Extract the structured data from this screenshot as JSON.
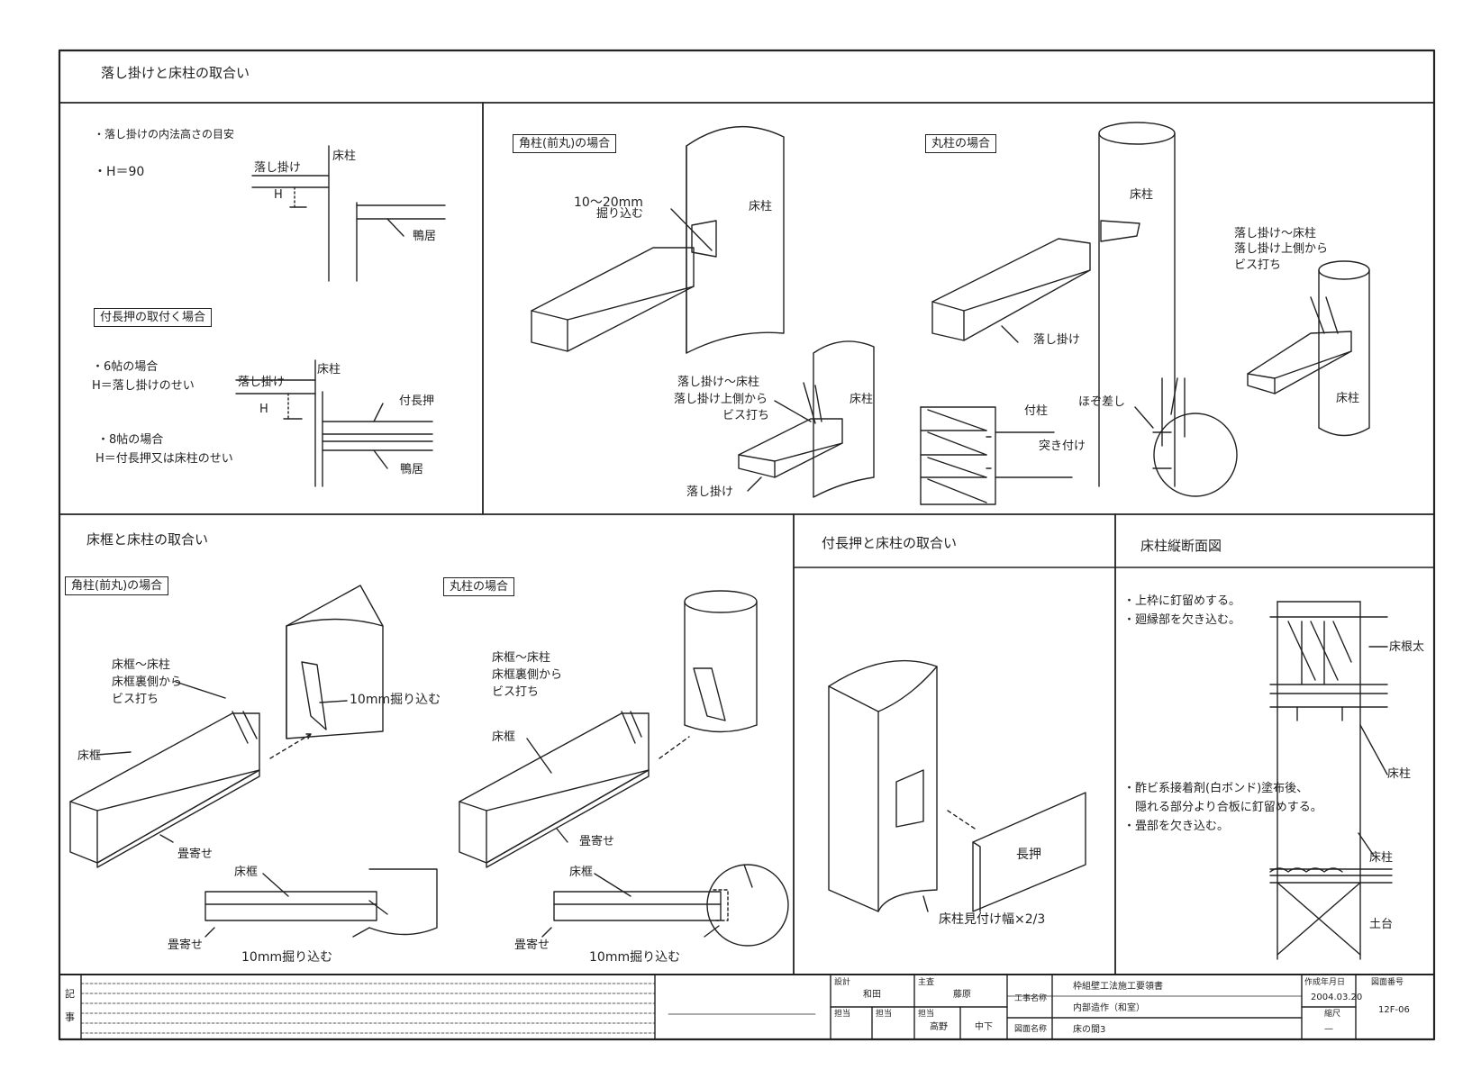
{
  "headings": {
    "s1": "落し掛けと床柱の取合い",
    "s2": "床框と床柱の取合い",
    "s3": "付長押と床柱の取合い",
    "s4": "床柱縦断面図"
  },
  "boxes": {
    "b1": "付長押の取付く場合",
    "b2": "角柱(前丸)の場合",
    "b3": "丸柱の場合",
    "b4": "角柱(前丸)の場合",
    "b5": "丸柱の場合"
  },
  "notes": {
    "n1": "・落し掛けの内法高さの目安",
    "n2": "・H＝90",
    "n3": "・6帖の場合",
    "n4": "H＝落し掛けのせい",
    "n5": "・8帖の場合",
    "n6": "H＝付長押又は床柱のせい",
    "n7": "・上枠に釘留めする。",
    "n8": "・廻縁部を欠き込む。",
    "n9": "・酢ビ系接着剤(白ボンド)塗布後、",
    "n10": "隠れる部分より合板に釘留めする。",
    "n11": "・畳部を欠き込む。"
  },
  "labels": {
    "tokobashira": "床柱",
    "otoshigake": "落し掛け",
    "h": "H",
    "kamoi": "鴨居",
    "tsukenageshi": "付長押",
    "horikomi_a": "10～20mm",
    "horikomi_b": "掘り込む",
    "bis_a": "落し掛け～床柱",
    "bis_b": "落し掛け上側から",
    "bis_c": "ビス打ち",
    "hozosashi": "ほぞ差し",
    "tsukeita": "付柱",
    "tsukitsuke": "突き付け",
    "tokogamachi": "床框",
    "kb_a": "床框～床柱",
    "kb_b": "床框裏側から",
    "kb_c": "ビス打ち",
    "horikomi10": "10mm掘り込む",
    "tatamiyose": "畳寄せ",
    "nageshi": "長押",
    "mitsuke": "床柱見付け幅×2/3",
    "tokonebuto": "床根太",
    "dodai": "土台"
  },
  "title_block": {
    "ki": "記",
    "ji": "事",
    "sekkei_label": "設計",
    "sekkei": "和田",
    "shusa_label": "主査",
    "shusa": "藤原",
    "tanto1": "担当",
    "tanto2": "担当",
    "tanto3": "担当",
    "tanto3_name": "高野",
    "naka": "中下",
    "koji_label": "工事名称",
    "koji": "枠組壁工法施工要領書",
    "naibu": "内部造作（和室）",
    "zumen_label": "図面名称",
    "zumen": "床の間3",
    "date_label": "作成年月日",
    "date": "2004.03.20",
    "scale_label": "縮尺",
    "scale": "—",
    "num_label": "図面番号",
    "num": "12F-06"
  }
}
